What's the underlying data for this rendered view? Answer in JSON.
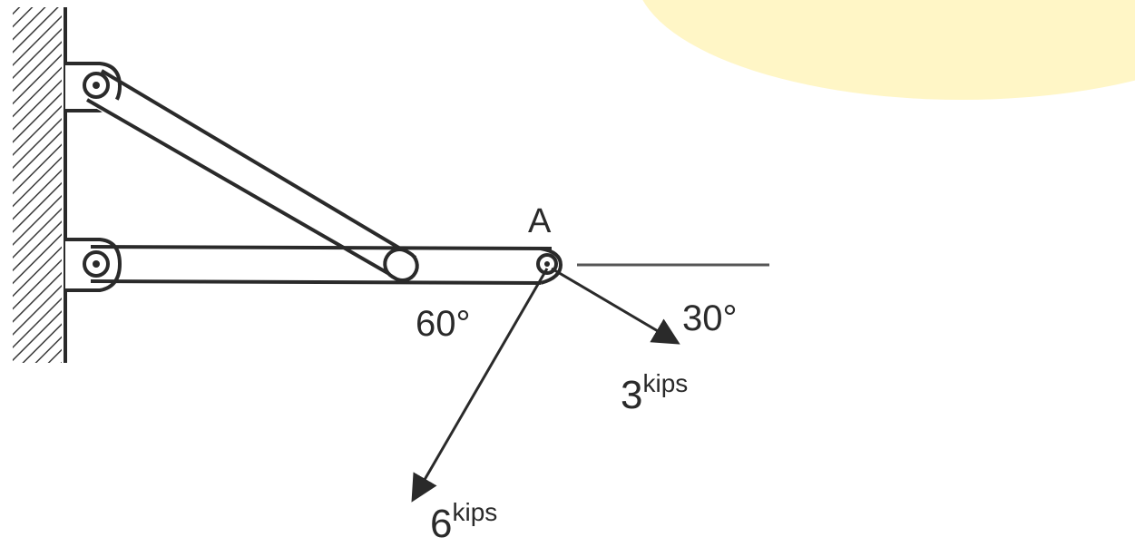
{
  "figure": {
    "point_label": "A",
    "angle_left": "60°",
    "angle_right": "30°",
    "load_right": {
      "value": "3",
      "unit": "kips"
    },
    "load_down": {
      "value": "6",
      "unit": "kips"
    }
  },
  "colors": {
    "ink": "#2a2a2a",
    "highlight": "#fff6c6",
    "member_fill": "#ffffff"
  }
}
